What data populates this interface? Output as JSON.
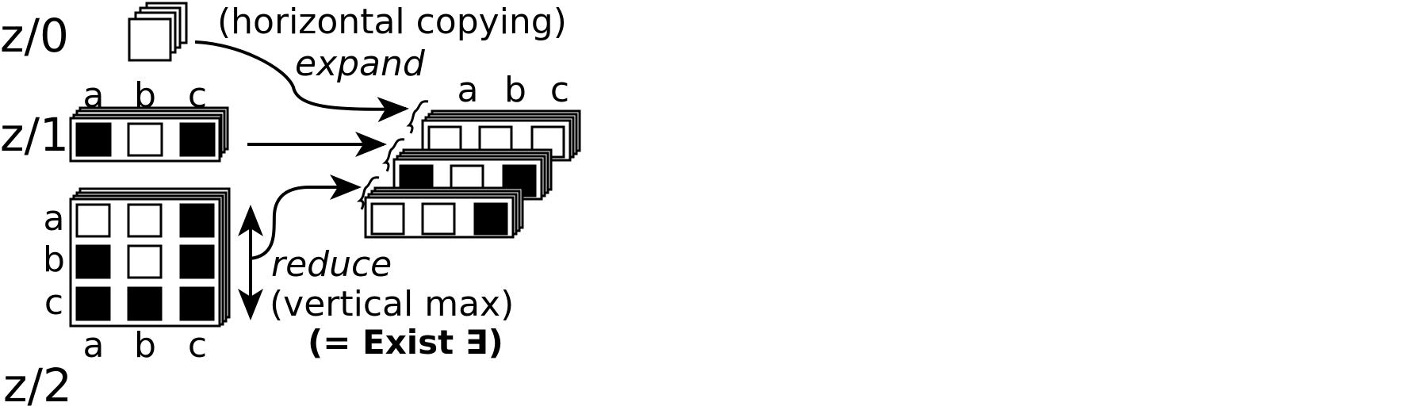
{
  "levels": {
    "z0": "z/0",
    "z1": "z/1",
    "z2": "z/2"
  },
  "labels": {
    "horizontal_copying": "(horizontal copying)",
    "expand": "expand",
    "reduce": "reduce",
    "vertical_max": "(vertical max)",
    "exist": "(= Exist ∃)"
  },
  "columns": [
    "a",
    "b",
    "c"
  ],
  "rows": [
    "a",
    "b",
    "c"
  ],
  "z1_row": [
    1,
    0,
    1
  ],
  "z2_matrix": [
    [
      0,
      0,
      1
    ],
    [
      1,
      0,
      1
    ],
    [
      1,
      1,
      1
    ]
  ],
  "result_stack_rows": [
    [
      0,
      0,
      0
    ],
    [
      1,
      0,
      1
    ],
    [
      0,
      0,
      1
    ]
  ],
  "colors": {
    "filled": "#000000",
    "empty": "#ffffff",
    "stroke": "#000000"
  }
}
